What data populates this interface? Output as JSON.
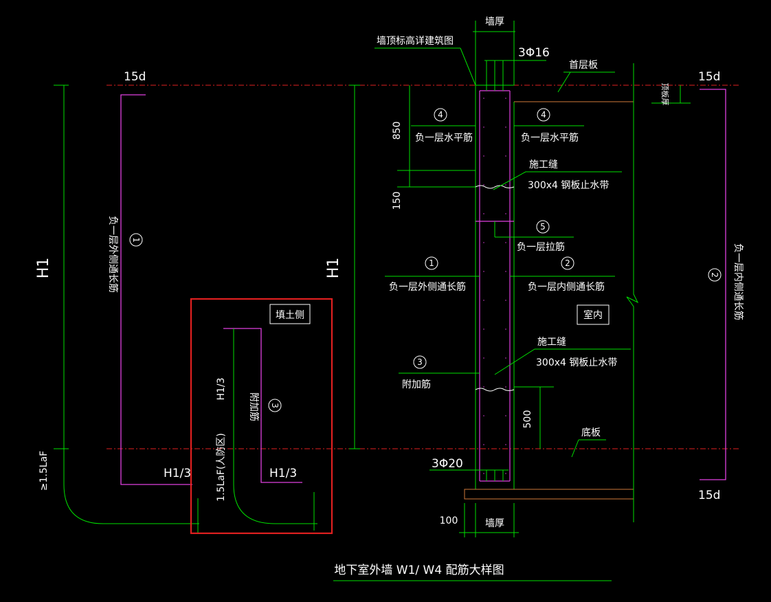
{
  "colors": {
    "background": "#000000",
    "magenta": "#e040e0",
    "green": "#00e000",
    "red": "#e02020",
    "white": "#ffffff",
    "orange": "#d07a3a"
  },
  "labels": {
    "wall_thickness_top": "墙厚",
    "wall_top_elevation": "墙顶标高详建筑图",
    "rebar_top": "3Φ16",
    "first_floor_slab": "首层板",
    "fifteen_d_left": "15d",
    "fifteen_d_right": "15d",
    "fifteen_d_bottom": "15d",
    "slab_thickness": "顶板厚",
    "dim_850": "850",
    "dim_150": "150",
    "dim_500": "500",
    "dim_100": "100",
    "circle_4": "4",
    "circle_5": "5",
    "circle_1": "1",
    "circle_2": "2",
    "circle_3": "3",
    "neg1_horizontal": "负一层水平筋",
    "construction_joint": "施工缝",
    "waterstop": "300x4 钢板止水带",
    "neg1_tie": "负一层拉筋",
    "neg1_outer_long": "负一层外侧通长筋",
    "neg1_inner_long": "负一层内侧通长筋",
    "indoor": "室内",
    "additional_bar": "附加筋",
    "bottom_slab": "底板",
    "rebar_bottom": "3Φ20",
    "wall_thickness_bottom": "墙厚",
    "h1_left": "H1",
    "h1_mid": "H1",
    "laf_left": "≥1.5LaF",
    "h1_third_left": "H1/3",
    "h1_third_right": "H1/3",
    "h1_third_vert": "H1/3",
    "laf_anchor": "1.5LaF(人防区)",
    "fill_side": "填土侧",
    "left_vertical_label": "负一层外侧通长筋",
    "right_vertical_label": "负一层内侧通长筋",
    "detail_vertical_label": "附加筋",
    "title": "地下室外墙 W1/ W4  配筋大样图"
  }
}
